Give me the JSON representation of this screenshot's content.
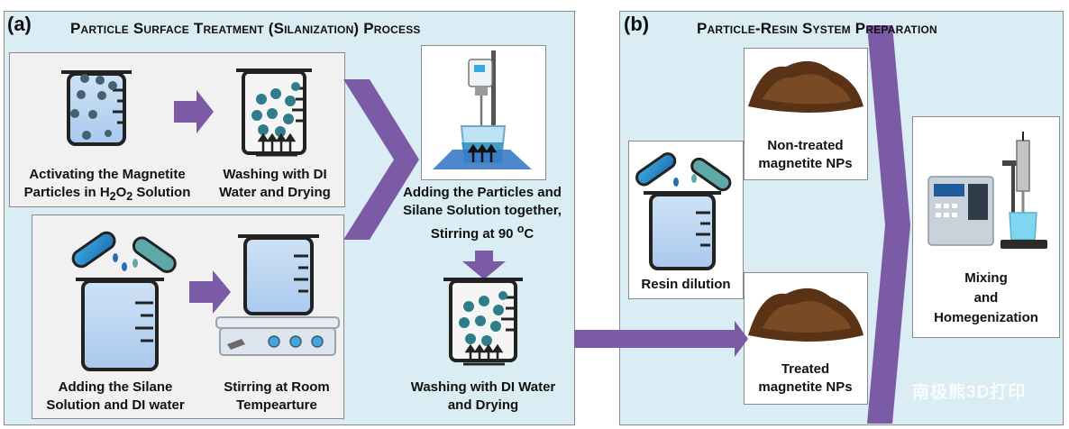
{
  "panel_a": {
    "label": "(a)",
    "title": "Particle Surface Treatment (Silanization) Process",
    "steps": [
      {
        "line1": "Activating the Magnetite",
        "line2_prefix": "Particles in H",
        "sub1": "2",
        "mid": "O",
        "sub2": "2",
        "suffix": " Solution"
      },
      {
        "line1": "Washing with DI",
        "line2": "Water and Drying"
      },
      {
        "line1": "Adding the Silane",
        "line2": "Solution and DI water"
      },
      {
        "line1": "Stirring at Room",
        "line2": "Tempearture"
      },
      {
        "line1": "Adding the Particles and",
        "line2": "Silane Solution together,",
        "line3_prefix": "Stirring at 90 ",
        "sup": "o",
        "line3_suffix": "C"
      },
      {
        "line1": "Washing with DI Water",
        "line2": "and Drying"
      }
    ]
  },
  "panel_b": {
    "label": "(b)",
    "title": "Particle-Resin System Preparation",
    "resin": "Resin dilution",
    "non_treated": {
      "line1": "Non-treated",
      "line2": "magnetite NPs"
    },
    "treated": {
      "line1": "Treated",
      "line2": "magnetite NPs"
    },
    "mixing": {
      "line1": "Mixing",
      "line2": "and",
      "line3": "Homegenization"
    }
  },
  "watermark": "南极熊3D打印",
  "colors": {
    "panel_bg": "#daedf4",
    "arrow": "#7b5aa6",
    "particle": "#2f7d8a",
    "powder": "#5a3316"
  }
}
